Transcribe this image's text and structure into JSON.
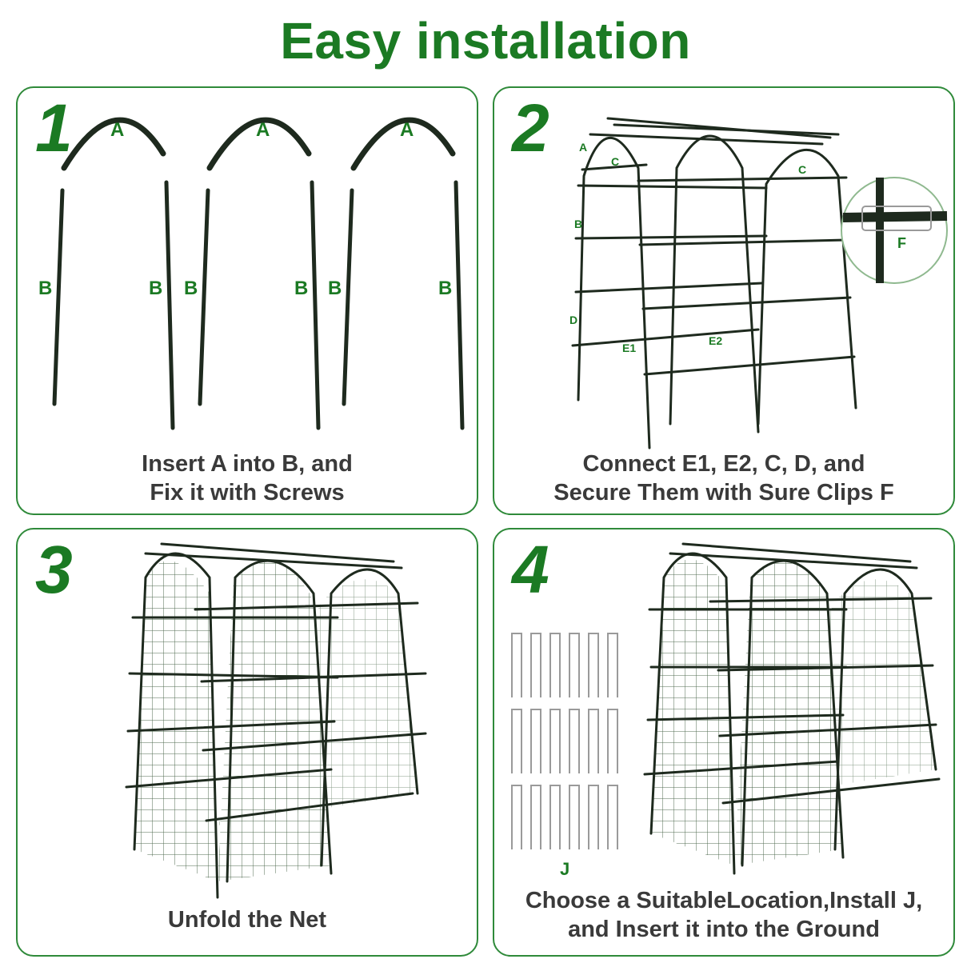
{
  "title": "Easy installation",
  "colors": {
    "accent": "#1b7a23",
    "frame": "#1e2a1e",
    "net": "#2c4a2c",
    "caption": "#3a3a3a"
  },
  "panels": [
    {
      "number": "1",
      "caption": [
        "Insert A into B, and",
        "Fix it with Screws"
      ],
      "labels": {
        "arch": "A",
        "post": "B"
      }
    },
    {
      "number": "2",
      "caption": [
        "Connect E1, E2, C, D, and",
        "Secure Them with Sure Clips F"
      ],
      "labels": {
        "a": "A",
        "c": "C",
        "b": "B",
        "d": "D",
        "e1": "E1",
        "e2": "E2",
        "f": "F"
      }
    },
    {
      "number": "3",
      "caption": [
        "Unfold the Net"
      ]
    },
    {
      "number": "4",
      "caption": [
        "Choose a SuitableLocation,Install J,",
        "and Insert it into the Ground"
      ],
      "labels": {
        "j": "J"
      }
    }
  ]
}
